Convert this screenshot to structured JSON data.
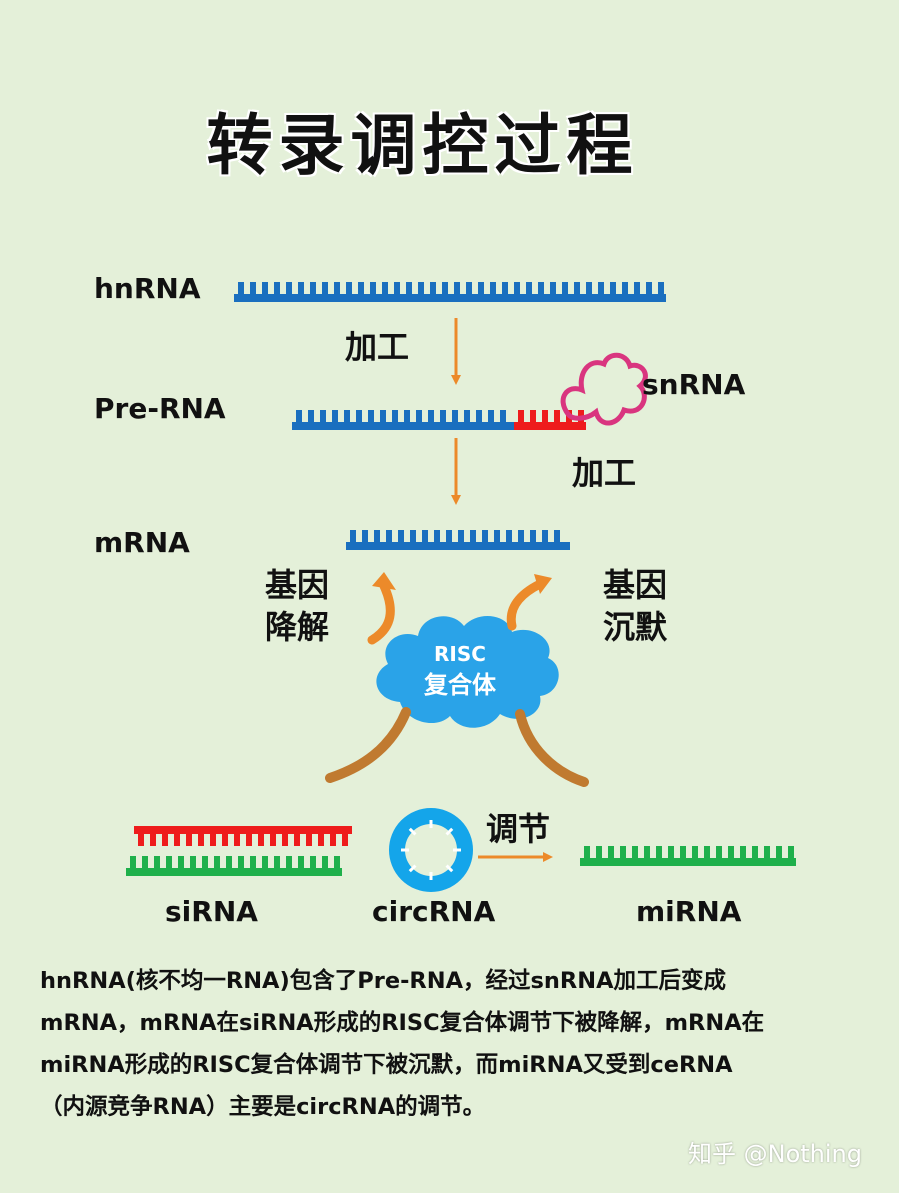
{
  "title": "转录调控过程",
  "labels": {
    "hnrna": "hnRNA",
    "prerna": "Pre-RNA",
    "snrna": "snRNA",
    "mrna": "mRNA",
    "sirna": "siRNA",
    "circrna": "circRNA",
    "mirna": "miRNA",
    "process1": "加工",
    "process2": "加工",
    "degrade_line1": "基因",
    "degrade_line2": "降解",
    "silence_line1": "基因",
    "silence_line2": "沉默",
    "regulate": "调节",
    "risc_line1": "RISC",
    "risc_line2": "复合体"
  },
  "description": [
    "hnRNA(核不均一RNA)包含了Pre-RNA，经过snRNA加工后变成",
    "mRNA，mRNA在siRNA形成的RISC复合体调节下被降解，mRNA在",
    "miRNA形成的RISC复合体调节下被沉默，而miRNA又受到ceRNA",
    "（内源竞争RNA）主要是circRNA的调节。"
  ],
  "watermark": "知乎 @Nothing",
  "colors": {
    "background": "#e4f0d9",
    "blue_strand": "#1a6fbf",
    "red_strand": "#ee1c1c",
    "green_strand": "#1eb04b",
    "arrow_orange": "#ec8a2a",
    "arrow_brown": "#c07a30",
    "snrna_magenta": "#d9357f",
    "risc_cloud": "#2aa3e8",
    "circ_ring": "#14a5ea"
  }
}
